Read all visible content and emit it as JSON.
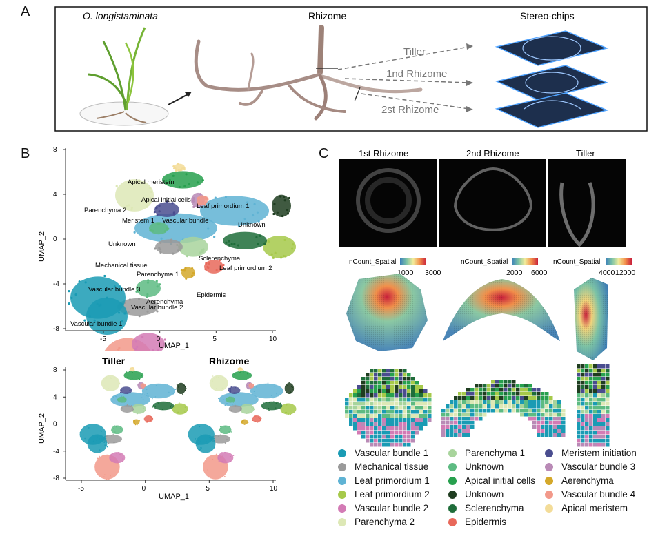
{
  "panels": {
    "a": "A",
    "b": "B",
    "c": "C"
  },
  "panelA": {
    "plant_label": "O. longistaminata",
    "rhizome_label": "Rhizome",
    "chips_label": "Stereo-chips",
    "tiller_label": "Tiller",
    "first_rhizome_label": "1nd Rhizome",
    "second_rhizome_label": "2st Rhizome"
  },
  "panelB": {
    "xlabel": "UMAP_1",
    "ylabel": "UMAP_2",
    "xticks": [
      "-5",
      "0",
      "5",
      "10"
    ],
    "yticks": [
      "8",
      "4",
      "0",
      "-4",
      "-8"
    ],
    "cluster_labels": [
      "Apical meristem",
      "Apical initial cells",
      "Parenchyma 2",
      "Leaf primordium 1",
      "Meristem 1",
      "Vascular bundle",
      "Unknown",
      "Unknown",
      "Sclerenchyma",
      "Mechanical tissue",
      "Leaf primordium 2",
      "Parenchyma 1",
      "Vascular bundle 3",
      "Epidermis",
      "Aerenchyma",
      "Vascular bundle 2",
      "Vascular bundle 1"
    ],
    "small_titles": [
      "Tiller",
      "Rhizome"
    ],
    "small_xticks": [
      "-5",
      "0",
      "5",
      "10"
    ],
    "small_yticks": [
      "8",
      "4",
      "0",
      "-4",
      "-8"
    ]
  },
  "panelC": {
    "col_titles": [
      "1st Rhizome",
      "2nd Rhizome",
      "Tiller"
    ],
    "colorbar_title": "nCount_Spatial",
    "colorbars": [
      {
        "ticks": [
          "1000",
          "3000"
        ]
      },
      {
        "ticks": [
          "2000",
          "6000"
        ]
      },
      {
        "ticks": [
          "4000",
          "12000"
        ]
      }
    ]
  },
  "legend": [
    {
      "label": "Vascular bundle 1",
      "color": "#1a9bb4"
    },
    {
      "label": "Mechanical tissue",
      "color": "#9a9a9a"
    },
    {
      "label": "Leaf primordium 1",
      "color": "#5fb3d4"
    },
    {
      "label": "Leaf primordium 2",
      "color": "#a6c94a"
    },
    {
      "label": "Vascular bundle 2",
      "color": "#d37bb5"
    },
    {
      "label": "Parenchyma 2",
      "color": "#dde8b6"
    },
    {
      "label": "Parenchyma 1",
      "color": "#a8d49c"
    },
    {
      "label": "Unknown",
      "color": "#5dbb82"
    },
    {
      "label": "Apical initial cells",
      "color": "#27a04e"
    },
    {
      "label": "Unknown",
      "color": "#1f3d20"
    },
    {
      "label": "Sclerenchyma",
      "color": "#1f6d3a"
    },
    {
      "label": "Epidermis",
      "color": "#e8685a"
    },
    {
      "label": "Meristem initiation",
      "color": "#4a4d8f"
    },
    {
      "label": "Vascular bundle 3",
      "color": "#b98ab6"
    },
    {
      "label": "Aerenchyma",
      "color": "#d4a82a"
    },
    {
      "label": "Vascular bundle 4",
      "color": "#f2998a"
    },
    {
      "label": "Apical meristem",
      "color": "#f3dc98"
    }
  ]
}
